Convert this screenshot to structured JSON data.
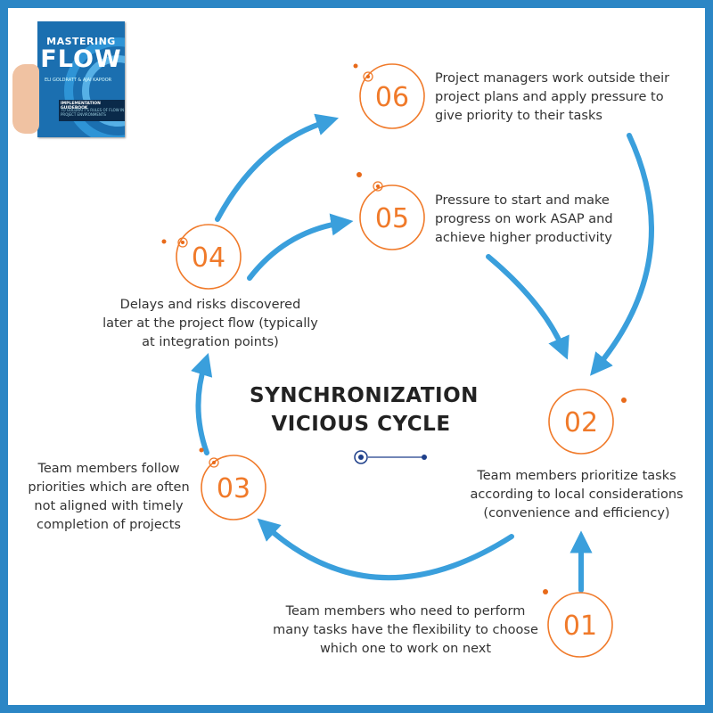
{
  "book": {
    "title_line1": "MASTERING",
    "title_line2": "FLOW",
    "authors": "ELI GOLDRATT & AJAI KAPOOR",
    "band_line1": "IMPLEMENTATION GUIDEBOOK",
    "band_line2": "TO GOLDRATT'S RULES OF FLOW IN PROJECT ENVIRONMENTS"
  },
  "title": {
    "line1": "SYNCHRONIZATION",
    "line2": "VICIOUS CYCLE"
  },
  "steps": [
    {
      "num": "01",
      "lines": [
        "Team members who need to perform",
        "many tasks have the flexibility to choose",
        "which one to work on next"
      ]
    },
    {
      "num": "02",
      "lines": [
        "Team members prioritize tasks",
        "according to local considerations",
        "(convenience and efficiency)"
      ]
    },
    {
      "num": "03",
      "lines": [
        "Team members follow",
        "priorities which are often",
        "not aligned with timely",
        "completion of projects"
      ]
    },
    {
      "num": "04",
      "lines": [
        "Delays and risks discovered",
        "later at the project flow (typically",
        "at integration points)"
      ]
    },
    {
      "num": "05",
      "lines": [
        "Pressure to start and make",
        "progress on work ASAP and",
        "achieve higher productivity"
      ]
    },
    {
      "num": "06",
      "lines": [
        "Project managers work outside their",
        "project plans and apply pressure to",
        "give priority to their tasks"
      ]
    }
  ],
  "colors": {
    "frame": "#2b86c5",
    "arrow": "#3a9fdc",
    "circle": "#f07a2a",
    "dot": "#e86a1a",
    "connector": "#1e3f8a"
  }
}
